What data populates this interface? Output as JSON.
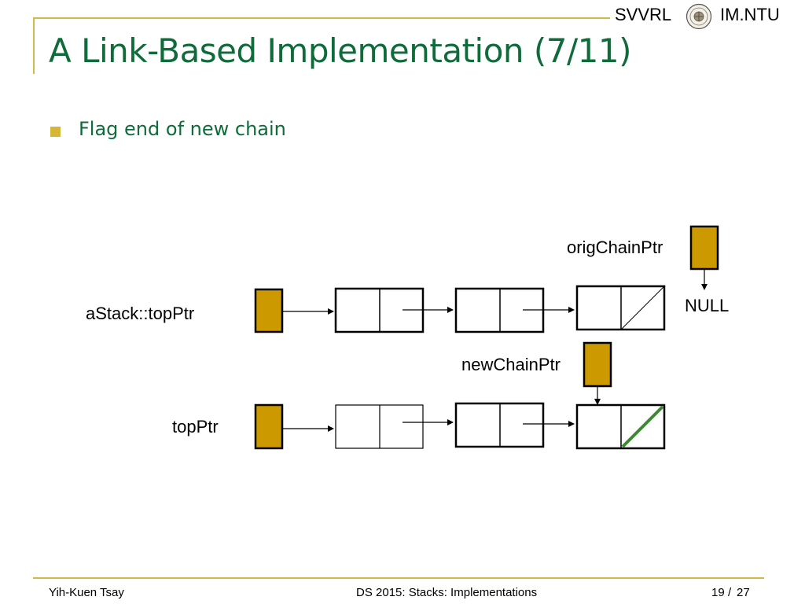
{
  "header": {
    "lab": "SVVRL",
    "institution": "IM.NTU",
    "logo_icon": "university-seal-icon"
  },
  "slide": {
    "title": "A Link-Based Implementation (7/11)",
    "bullet": "Flag end of new chain"
  },
  "diagram": {
    "labels": {
      "orig_chain_ptr": "origChainPtr",
      "null": "NULL",
      "astack_top_ptr": "aStack::topPtr",
      "new_chain_ptr": "newChainPtr",
      "top_ptr": "topPtr"
    },
    "colors": {
      "pointer_fill": "#cc9900",
      "null_slash_new": "#3a8a2e",
      "accent_line": "#d4b94a",
      "title": "#0f6b3a"
    }
  },
  "footer": {
    "author": "Yih-Kuen Tsay",
    "course": "DS 2015: Stacks: Implementations",
    "page_current": "19",
    "page_sep": "/",
    "page_total": "27"
  }
}
